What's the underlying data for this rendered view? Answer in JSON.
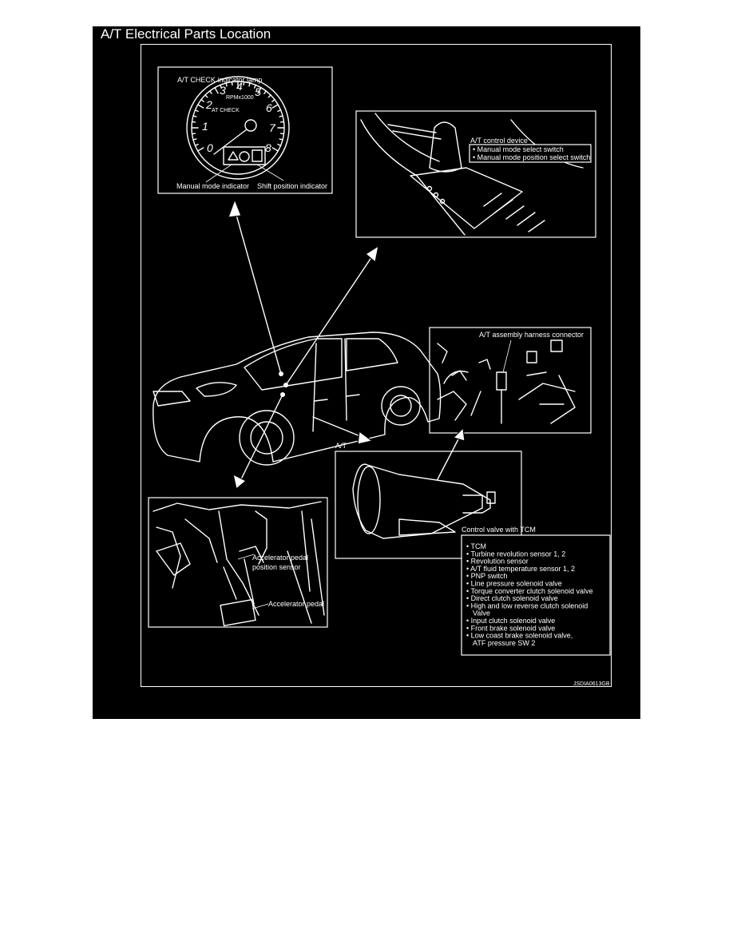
{
  "page": {
    "title": "A/T Electrical Parts Location",
    "figure_code": "JSDIA0613GB"
  },
  "meter": {
    "heading": "A/T CHECK indicator lamp",
    "dial_numbers": [
      "0",
      "1",
      "2",
      "3",
      "4",
      "5",
      "6",
      "7",
      "8"
    ],
    "rpm_unit": "RPMx1000",
    "check_text": "AT CHECK",
    "label_manual_mode": "Manual mode indicator",
    "label_shift_position": "Shift position indicator"
  },
  "control_device": {
    "heading": "A/T control device",
    "items": [
      "• Manual mode select switch",
      "• Manual mode position select switch"
    ]
  },
  "harness": {
    "heading": "A/T assembly harness connector"
  },
  "transmission": {
    "heading": "A/T",
    "subheading": "Control valve with TCM",
    "items": [
      "• TCM",
      "• Turbine revolution sensor 1, 2",
      "• Revolution sensor",
      "• A/T fluid temperature sensor 1, 2",
      "• PNP switch",
      "• Line pressure solenoid valve",
      "• Torque converter clutch solenoid valve",
      "• Direct clutch solenoid valve",
      "• High and low reverse clutch solenoid",
      "Valve",
      "• Input clutch solenoid valve",
      "• Front brake solenoid valve",
      "• Low coast brake solenoid valve,",
      "ATF pressure SW 2"
    ]
  },
  "pedal": {
    "label_sensor_line1": "Accelerator pedal",
    "label_sensor_line2": "position sensor",
    "label_pedal": "Accelerator pedal"
  }
}
